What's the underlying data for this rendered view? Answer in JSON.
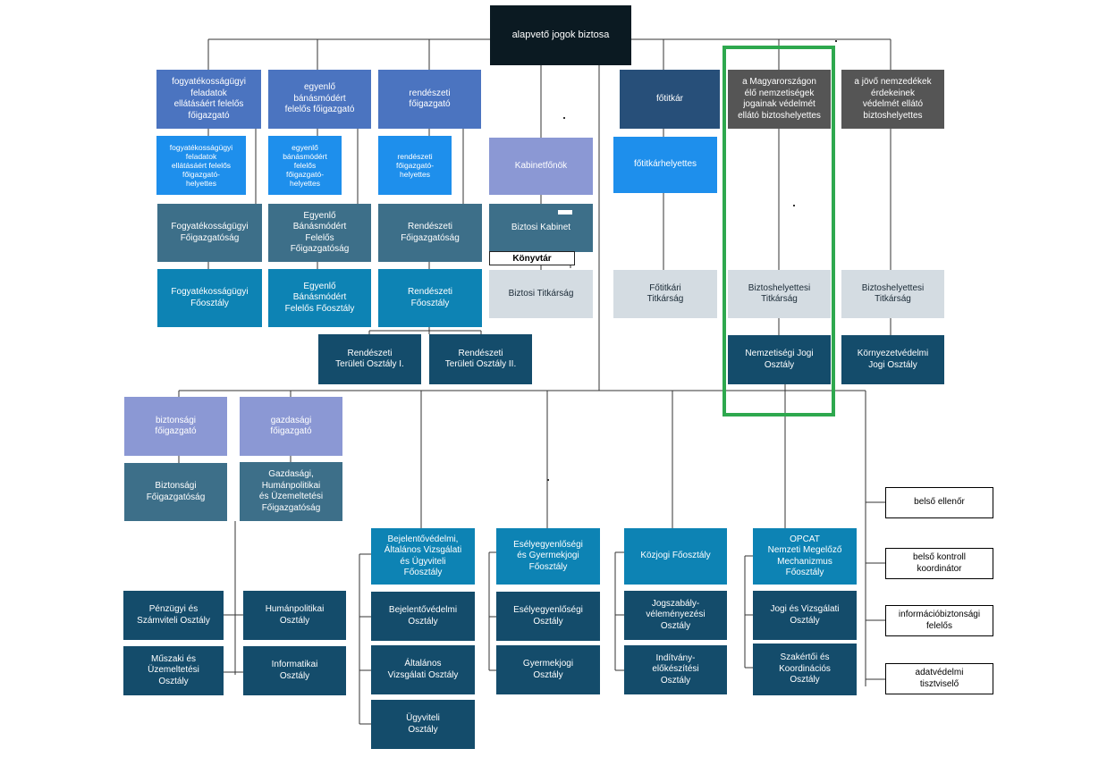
{
  "top": {
    "label": "alapvető jogok biztosa"
  },
  "column_disability": {
    "director": "fogyatékosságügyi\nfeladatok\nellátásáért felelős\nfőigazgató",
    "deputy": "fogyatékosságügyi\nfeladatok\nellátásáért felelős\nfőigazgató-\nhelyettes",
    "directorate": "Fogyatékosságügyi\nFőigazgatóság",
    "department": "Fogyatékosságügyi\nFőosztály"
  },
  "column_equal": {
    "director": "egyenlő\nbánásmódért\nfelelős főigazgató",
    "deputy": "egyenlő\nbánásmódért\nfelelős\nfőigazgató-\nhelyettes",
    "directorate": "Egyenlő\nBánásmódért\nFelelős\nFőigazgatóság",
    "department": "Egyenlő\nBánásmódért\nFelelős Főosztály"
  },
  "column_police": {
    "director": "rendészeti\nfőigazgató",
    "deputy": "rendészeti\nfőigazgató-\nhelyettes",
    "directorate": "Rendészeti\nFőigazgatóság",
    "department": "Rendészeti\nFőosztály",
    "regional_1": "Rendészeti\nTerületi Osztály I.",
    "regional_2": "Rendészeti\nTerületi Osztály II."
  },
  "cabinet": {
    "chief": "Kabinetfőnök",
    "cabinet": "Biztosi Kabinet",
    "library": "Könyvtár",
    "secretariat": "Biztosi Titkárság"
  },
  "secretary_general": {
    "title": "főtitkár",
    "deputy": "főtitkárhelyettes",
    "secretariat": "Főtitkári\nTitkárság"
  },
  "ombudsman_nationalities": {
    "title": "a Magyarországon\nélő nemzetiségek\njogainak védelmét\nellátó biztoshelyettes",
    "secretariat": "Biztoshelyettesi\nTitkárság",
    "department": "Nemzetiségi Jogi\nOsztály"
  },
  "ombudsman_future": {
    "title": "a jövő nemzedékek\nérdekeinek\nvédelmét ellátó\nbiztoshelyettes",
    "secretariat": "Biztoshelyettesi\nTitkárság",
    "department": "Környezetvédelmi\nJogi Osztály"
  },
  "security": {
    "director": "biztonsági\nfőigazgató",
    "directorate": "Biztonsági\nFőigazgatóság"
  },
  "economic": {
    "director": "gazdasági\nfőigazgató",
    "directorate": "Gazdasági,\nHumánpolitikai\nés Üzemeltetési\nFőigazgatóság",
    "finance": "Pénzügyi és\nSzámviteli Osztály",
    "hr": "Humánpolitikai\nOsztály",
    "technical": "Műszaki és\nÜzemeltetési\nOsztály",
    "it": "Informatikai\nOsztály"
  },
  "complaints": {
    "department": "Bejelentővédelmi,\nÁltalános Vizsgálati\nés Ügyviteli\nFőosztály",
    "sub1": "Bejelentővédelmi\nOsztály",
    "sub2": "Általános\nVizsgálati Osztály",
    "sub3": "Ügyviteli\nOsztály"
  },
  "equal_children": {
    "department": "Esélyegyenlőségi\nés Gyermekjogi\nFőosztály",
    "sub1": "Esélyegyenlőségi\nOsztály",
    "sub2": "Gyermekjogi\nOsztály"
  },
  "public_law": {
    "department": "Közjogi Főosztály",
    "sub1": "Jogszabály-\nvéleményezési\nOsztály",
    "sub2": "Indítvány-\nelőkészítési\nOsztály"
  },
  "opcat": {
    "department": "OPCAT\nNemzeti Megelőző\nMechanizmus\nFőosztály",
    "sub1": "Jogi és Vizsgálati\nOsztály",
    "sub2": "Szakértői és\nKoordinációs\nOsztály"
  },
  "staff": {
    "internal_auditor": "belső ellenőr",
    "internal_control": "belső kontroll\nkoordinátor",
    "infosec": "információbiztonsági\nfelelős",
    "data_protection": "adatvédelmi\ntisztviselő"
  },
  "colors": {
    "highlight": "#2ea84e",
    "top": "#0b1a22",
    "director_blue": "#4b74c0",
    "deputy_blue": "#1e8fec",
    "directorate_slate": "#3d6f89",
    "department_cyan": "#0d83b4",
    "unit_navy": "#144c6b",
    "lavender": "#8b98d4",
    "deputy_ombudsman_gray": "#555555",
    "secretariat_light": "#d4dce2"
  }
}
